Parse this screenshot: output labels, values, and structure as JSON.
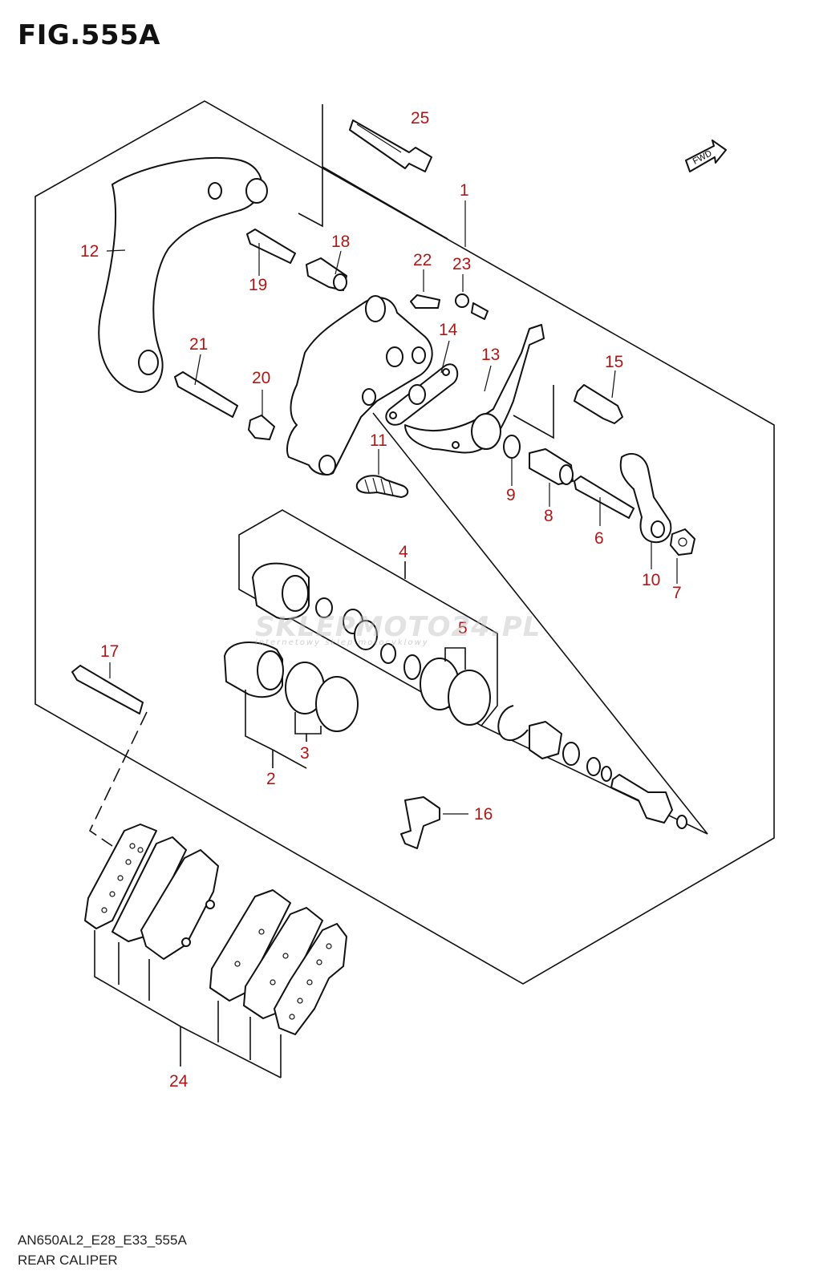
{
  "figure": {
    "title": "FIG.555A",
    "footer_code": "AN650AL2_E28_E33_555A",
    "footer_name": "REAR CALIPER",
    "fwd_label": "FWD",
    "watermark": "SKLEPMOTO24.PL",
    "watermark_sub": "internetowy sklep motocyklowy"
  },
  "callouts": [
    "1",
    "2",
    "3",
    "4",
    "5",
    "6",
    "7",
    "8",
    "9",
    "10",
    "11",
    "12",
    "13",
    "14",
    "15",
    "16",
    "17",
    "18",
    "19",
    "20",
    "21",
    "22",
    "23",
    "24",
    "25"
  ],
  "colors": {
    "callout": "#b01818",
    "line": "#111111"
  }
}
